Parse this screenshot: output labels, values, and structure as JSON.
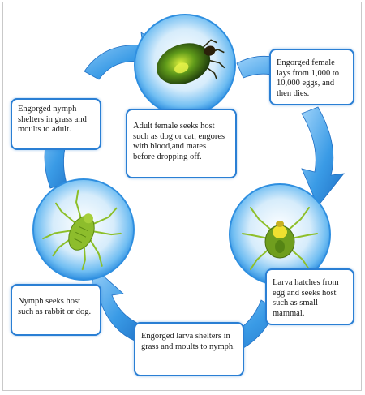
{
  "captions": {
    "adult": "Adult female seeks host such as dog or cat, engores with blood,and mates before dropping off.",
    "lays": "Engorged female lays from 1,000 to 10,000 eggs, and then dies.",
    "larva_hatch": "Larva hatches from egg and seeks host such as small mammal.",
    "larva_shelter": "Engorged larva shelters in grass and moults to nymph.",
    "nymph_host": "Nymph seeks host such as rabbit or dog.",
    "nymph_shelter": "Engorged nymph shelters in grass and moults to adult."
  },
  "colors": {
    "arrow": "#3a9be6",
    "circle": "#5fb6f0",
    "border": "#2a7fd4",
    "tick_body": "#7fb020"
  },
  "icons": [
    "engorged-tick-icon",
    "larva-tick-icon",
    "nymph-tick-icon"
  ]
}
